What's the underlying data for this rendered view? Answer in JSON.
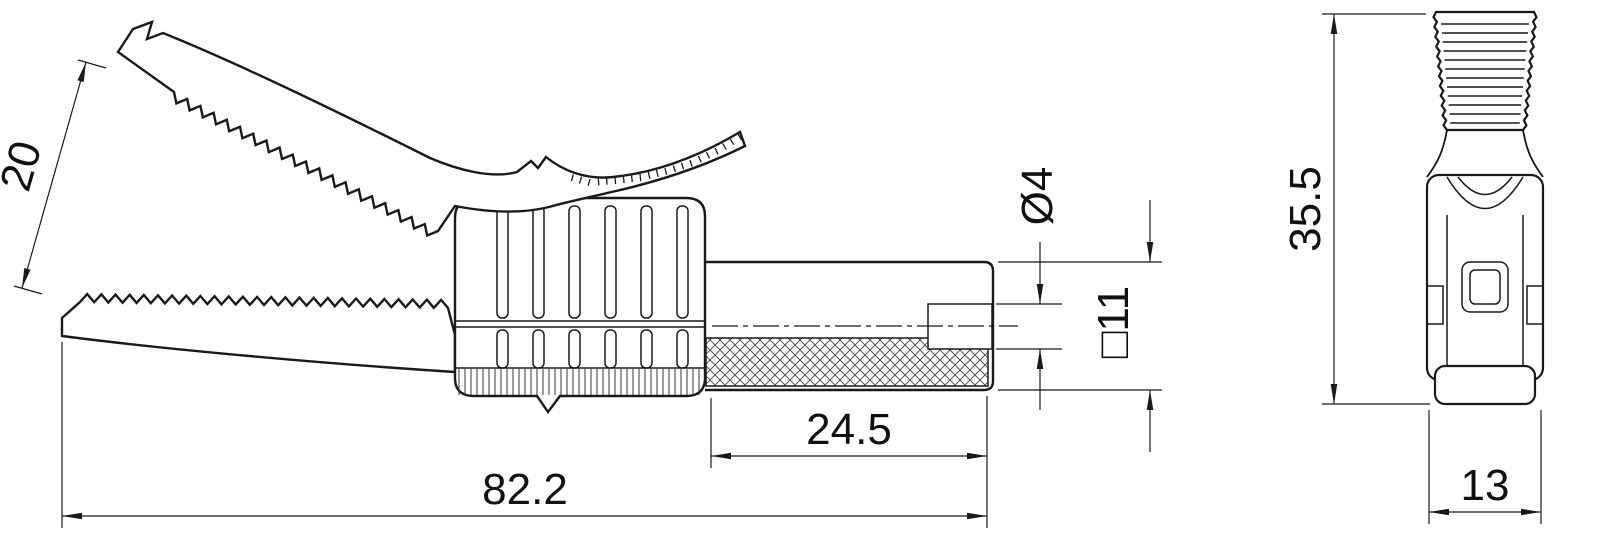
{
  "drawing": {
    "kind": "technical dimension drawing",
    "subject": "insulated alligator test clip, side view and front view",
    "style": {
      "line_color": "#1a1a1a",
      "background": "#ffffff"
    },
    "views": {
      "side": {
        "dims": {
          "jaw_opening": "20",
          "plug_diameter": "Ø4",
          "shaft_square": "□11",
          "shaft_length": "24.5",
          "overall_length": "82.2"
        }
      },
      "front": {
        "dims": {
          "overall_height": "35.5",
          "overall_width": "13"
        }
      }
    }
  }
}
